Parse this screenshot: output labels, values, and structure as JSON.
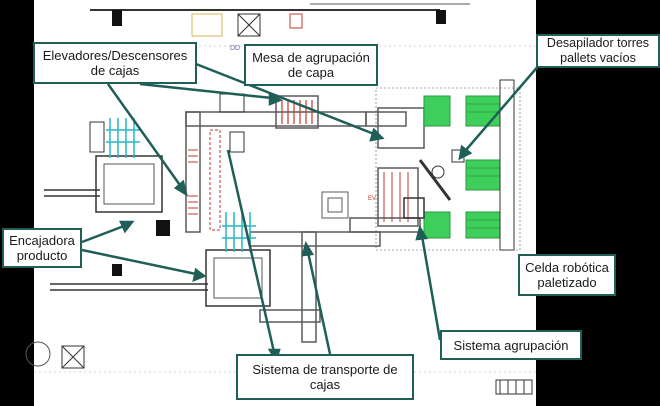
{
  "colors": {
    "callout_border": "#1f5f57",
    "arrow": "#1f5f57",
    "conveyor": "#5a5a5a",
    "rollers": "#c0392b",
    "pallet_green": "#3ecf5a",
    "structure_cyan": "#29b6c6",
    "background_dark": "#000000"
  },
  "callouts": {
    "elevadores": "Elevadores/Descensores de cajas",
    "mesa": "Mesa de agrupación de capa",
    "desapilador": "Desapilador torres pallets vacíos",
    "encajadora": "Encajadora producto",
    "celda": "Celda robótica paletizado",
    "agrupacion": "Sistema agrupación",
    "transporte": "Sistema de transporte de cajas"
  },
  "drawing_marks": {
    "building_label": "DD",
    "small_label": "EV"
  }
}
